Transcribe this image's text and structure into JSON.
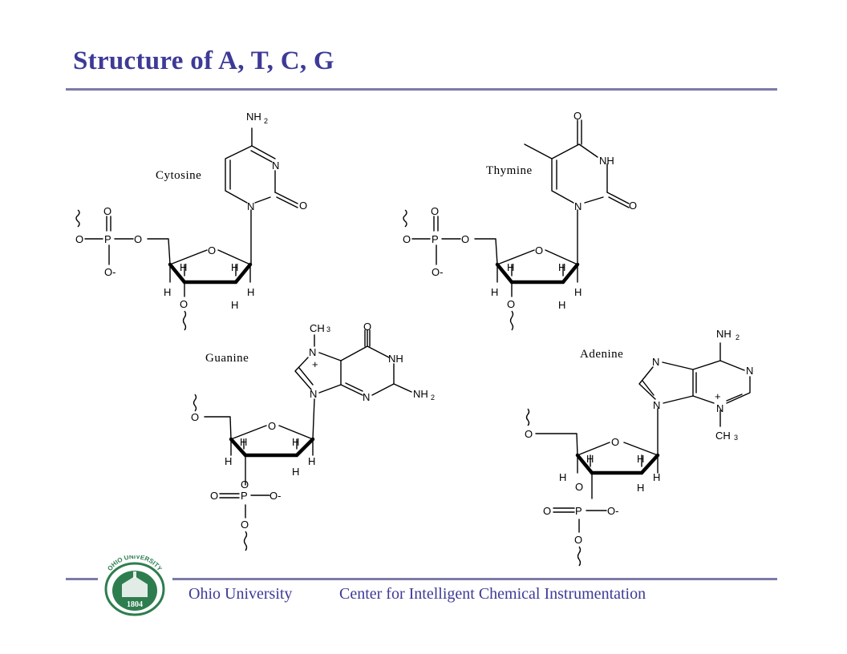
{
  "slide": {
    "title": "Structure of A, T, C, G",
    "footer_left": "Ohio University",
    "footer_right": "Center for Intelligent Chemical Instrumentation",
    "accent_color": "#3d3a97",
    "rule_color": "#7c7aa7"
  },
  "logo": {
    "arc_text": "OHIO UNIVERSITY",
    "year": "1804",
    "color": "#2e7d4f"
  },
  "molecules": {
    "cytosine": {
      "label": "Cytosine",
      "atoms": {
        "amine": "NH",
        "amine_sub": "2",
        "n_ring": "N",
        "n_glyco": "N",
        "o_carbonyl": "O",
        "p_o_top": "O",
        "p_o_left": "O",
        "p": "P",
        "p_o_right": "O",
        "p_o_minus": "O-",
        "o_ring": "O",
        "h1": "H",
        "h2": "H",
        "h3": "H",
        "h4": "H",
        "o3": "O"
      }
    },
    "thymine": {
      "label": "Thymine",
      "atoms": {
        "o_top": "O",
        "nh": "NH",
        "n_glyco": "N",
        "o_carbonyl": "O",
        "p_o_top": "O",
        "p_o_left": "O",
        "p": "P",
        "p_o_right": "O",
        "p_o_minus": "O-",
        "o_ring": "O",
        "h1": "H",
        "h2": "H",
        "h3": "H",
        "h4": "H",
        "o3": "O"
      }
    },
    "guanine": {
      "label": "Guanine",
      "atoms": {
        "ch": "CH",
        "ch_sub": "3",
        "n7": "N",
        "plus": "+",
        "o6": "O",
        "nh": "NH",
        "n3": "N",
        "n9": "N",
        "nh2": "NH",
        "nh2_sub": "2",
        "o5": "O",
        "o_ring": "O",
        "h1": "H",
        "h2": "H",
        "h3": "H",
        "h4": "H",
        "o3": "O",
        "p_o_left": "O",
        "p": "P",
        "p_o_minus": "O-",
        "p_o_bottom": "O"
      }
    },
    "adenine": {
      "label": "Adenine",
      "atoms": {
        "nh": "NH",
        "nh_sub": "2",
        "n7": "N",
        "n1": "N",
        "n3": "N",
        "plus": "+",
        "ch": "CH",
        "ch_sub": "3",
        "n9": "N",
        "o5": "O",
        "o_ring": "O",
        "h1": "H",
        "h2": "H",
        "h3": "H",
        "h4": "H",
        "o3": "O",
        "p_o_left": "O",
        "p": "P",
        "p_o_minus": "O-",
        "p_o_bottom": "O"
      }
    }
  }
}
